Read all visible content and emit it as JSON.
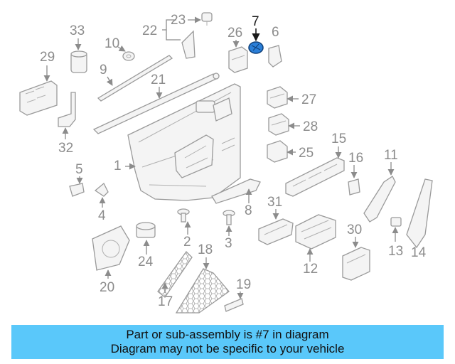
{
  "diagram": {
    "highlighted_part": "7",
    "callouts": [
      "1",
      "2",
      "3",
      "4",
      "5",
      "6",
      "7",
      "8",
      "9",
      "10",
      "11",
      "12",
      "13",
      "14",
      "15",
      "16",
      "17",
      "18",
      "19",
      "20",
      "21",
      "22",
      "23",
      "24",
      "25",
      "26",
      "27",
      "28",
      "29",
      "30",
      "31",
      "32",
      "33"
    ],
    "colors": {
      "highlight": "#2b7fd8",
      "banner": "#5ac8fa",
      "line": "#9a9a9a"
    }
  },
  "banner": {
    "line1": "Part or sub-assembly is #7 in diagram",
    "line2": "Diagram may not be specific to your vehicle"
  }
}
